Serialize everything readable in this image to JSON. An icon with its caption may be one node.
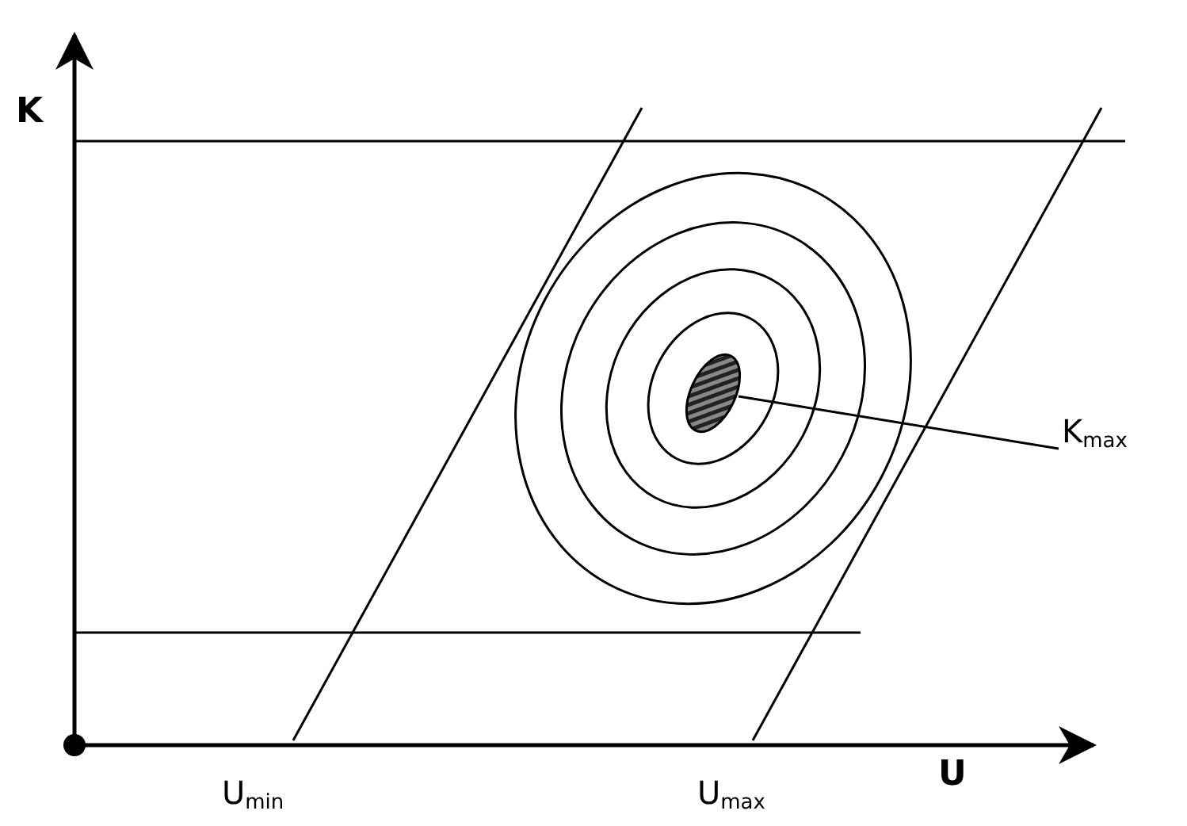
{
  "diagram": {
    "nodes": [
      {
        "text": [
          "K$_{max}$"
        ]
      },
      {
        "text": [],
        "shape": "ellipse"
      }
    ],
    "edges": [
      {
        "from": 0,
        "to": 1,
        "arrow": "none"
      }
    ],
    "labels": [
      "K",
      "U",
      "U$_{min}$",
      "U$_{max}$"
    ]
  }
}
